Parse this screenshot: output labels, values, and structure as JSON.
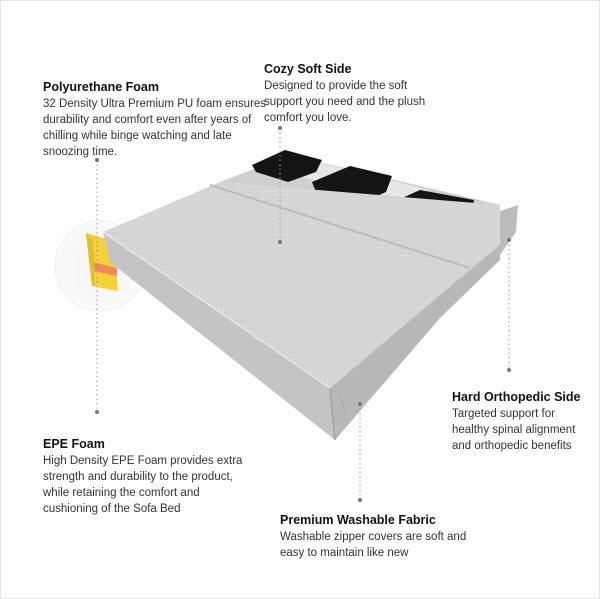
{
  "callouts": {
    "pu_foam": {
      "title": "Polyurethane Foam",
      "text": "32 Density Ultra Premium PU foam ensures durability and comfort even after years of chilling while binge watching and late snoozing time."
    },
    "cozy_side": {
      "title": "Cozy Soft Side",
      "text": "Designed to provide the soft support you need and the plush comfort you love."
    },
    "epe_foam": {
      "title": "EPE Foam",
      "text": "High Density EPE Foam provides extra strength and durability to the product, while retaining the comfort and cushioning of the Sofa Bed"
    },
    "hard_side": {
      "title": "Hard Orthopedic Side",
      "text": "Targeted support for healthy spinal alignment and orthopedic benefits"
    },
    "fabric": {
      "title": "Premium Washable Fabric",
      "text": "Washable zipper covers are soft and easy to maintain like new"
    }
  },
  "colors": {
    "fabric_light": "#d9d9d9",
    "fabric_mid": "#c9c9c9",
    "fabric_dark": "#b3b3b3",
    "handle": "#141414",
    "foam_yellow": "#f5d23a",
    "foam_orange": "#ee8a5a",
    "leader": "#888888"
  }
}
